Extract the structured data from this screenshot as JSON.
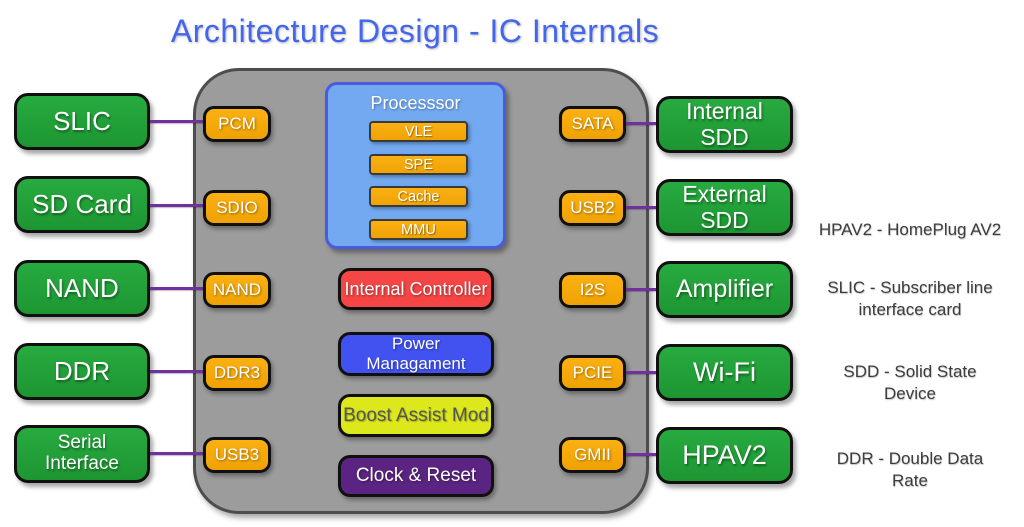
{
  "title": "Architecture Design - IC Internals",
  "colors": {
    "title_blue": "#4366ea",
    "device_green": "#22a038",
    "port_orange": "#f5a80a",
    "chip_gray": "#9c9c9c",
    "connector_purple": "#7030a0",
    "processor_fill": "#72a9f0",
    "processor_border": "#4a5be0",
    "controller_red": "#f54545",
    "power_blue": "#4152f1",
    "boost_yellow": "#dce81c",
    "clock_purple": "#5b2482"
  },
  "left_rows": [
    {
      "device": "SLIC",
      "port": "PCM"
    },
    {
      "device": "SD Card",
      "port": "SDIO"
    },
    {
      "device": "NAND",
      "port": "NAND"
    },
    {
      "device": "DDR",
      "port": "DDR3"
    },
    {
      "device": "Serial\nInterface",
      "port": "USB3"
    }
  ],
  "right_rows": [
    {
      "port": "SATA",
      "device": "Internal SDD"
    },
    {
      "port": "USB2",
      "device": "External SDD"
    },
    {
      "port": "I2S",
      "device": "Amplifier"
    },
    {
      "port": "PCIE",
      "device": "Wi-Fi"
    },
    {
      "port": "GMII",
      "device": "HPAV2"
    }
  ],
  "processor": {
    "title": "Processsor",
    "units": [
      "VLE",
      "SPE",
      "Cache",
      "MMU"
    ]
  },
  "center_blocks": [
    {
      "label": "Internal Controller"
    },
    {
      "label": "Power\nManagament"
    },
    {
      "label": "Boost Assist Mod"
    },
    {
      "label": "Clock & Reset"
    }
  ],
  "annotations": [
    "HPAV2 - HomePlug AV2",
    "SLIC - Subscriber line\ninterface card",
    "SDD - Solid State\nDevice",
    "DDR - Double Data\nRate"
  ]
}
